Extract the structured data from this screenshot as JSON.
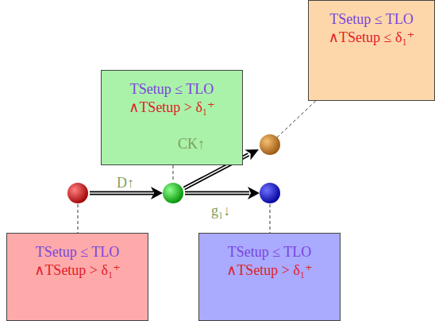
{
  "diagram": {
    "nodes": [
      {
        "text": [
          "TSetup ≤ TLO",
          "∧TSetup ≤ δ₁⁺"
        ]
      },
      {
        "text": [
          "TSetup ≤ TLO",
          "∧TSetup > δ₁⁺"
        ]
      },
      {
        "text": [
          "TSetup ≤ TLO",
          "∧TSetup > δ₁⁺"
        ]
      },
      {
        "text": [
          "TSetup ≤ TLO",
          "∧TSetup > δ₁⁺"
        ]
      }
    ],
    "labels": [
      "D↑",
      "CK↑",
      "g₁↓"
    ]
  }
}
